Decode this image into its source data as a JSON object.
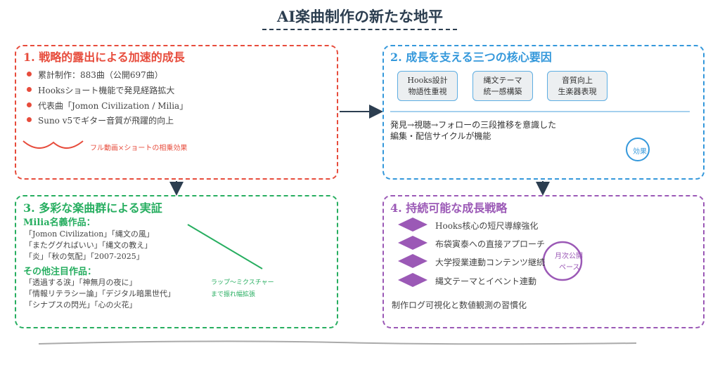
{
  "title": "AI楽曲制作の新たな地平",
  "box1": {
    "heading": "1. 戦略的露出による加速的成長",
    "items": [
      "累計制作：883曲（公開697曲）",
      "Hooksショート機能で発見経路拡大",
      "代表曲「Jomon Civilization / Milia」",
      "Suno v5でギター音質が飛躍的向上"
    ],
    "wave_label": "フル動画×ショートの相乗効果",
    "color": "#e74c3c"
  },
  "box2": {
    "heading": "2. 成長を支える三つの核心要因",
    "factors": [
      {
        "l1": "Hooks設計",
        "l2": "物語性重視"
      },
      {
        "l1": "縄文テーマ",
        "l2": "統一感構築"
      },
      {
        "l1": "音質向上",
        "l2": "生楽器表現"
      }
    ],
    "desc1": "発見→視聴→フォローの三段推移を意識した",
    "desc2": "編集・配信サイクルが機能",
    "circle_label": "効果",
    "color": "#3498db"
  },
  "box3": {
    "heading": "3. 多彩な楽曲群による実証",
    "sub1": "Milia名義作品：",
    "milia": [
      "「Jomon Civilization」「縄文の風」",
      "「またググればいい」「縄文の教え」",
      "「炎」「秋の気配」「2007-2025」"
    ],
    "sub2": "その他注目作品：",
    "others": [
      "「透過する涙」「神無月の夜に」",
      "「情報リテラシー論」「デジタル暗黒世代」",
      "「シナプスの閃光」「心の火花」"
    ],
    "note1": "ラップ〜ミクスチャー",
    "note2": "まで振れ幅拡張",
    "color": "#27ae60"
  },
  "box4": {
    "heading": "4. 持続可能な成長戦略",
    "items": [
      "Hooks核心の短尺導線強化",
      "布袋寅泰への直接アプローチ",
      "大学授業連動コンテンツ継続",
      "縄文テーマとイベント連動"
    ],
    "footer": "制作ログ可視化と数値観測の習慣化",
    "circle1": "月次公開",
    "circle2": "ペース",
    "color": "#9b59b6"
  }
}
